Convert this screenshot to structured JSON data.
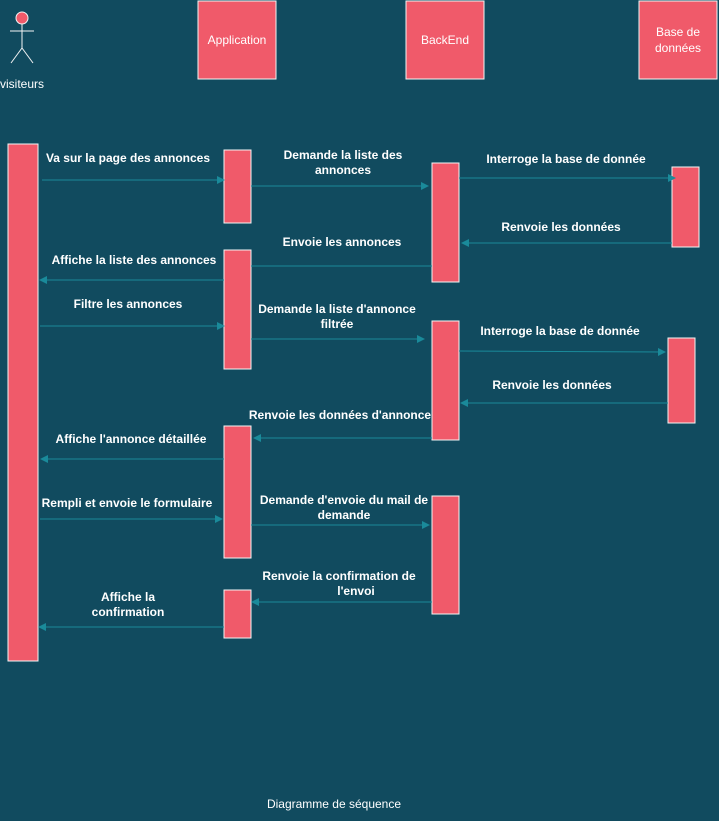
{
  "colors": {
    "background": "#114b5f",
    "participant_fill": "#f05a6a",
    "arrow": "#1a8a9a",
    "text": "#ffffff"
  },
  "participants": {
    "actor": "visiteurs",
    "application": "Application",
    "backend": "BackEnd",
    "database_line1": "Base de",
    "database_line2": "données"
  },
  "messages": [
    {
      "lines": [
        "Va sur la page des annonces"
      ]
    },
    {
      "lines": [
        "Demande la liste des",
        "annonces"
      ]
    },
    {
      "lines": [
        "Interroge la base de donnée"
      ]
    },
    {
      "lines": [
        "Renvoie les données"
      ]
    },
    {
      "lines": [
        "Envoie les annonces"
      ]
    },
    {
      "lines": [
        "Affiche la liste des annonces"
      ]
    },
    {
      "lines": [
        "Filtre les annonces"
      ]
    },
    {
      "lines": [
        "Demande la liste d'annonce",
        "filtrée"
      ]
    },
    {
      "lines": [
        "Interroge la base de donnée"
      ]
    },
    {
      "lines": [
        "Renvoie les données"
      ]
    },
    {
      "lines": [
        "Renvoie les données d'annonce"
      ]
    },
    {
      "lines": [
        "Affiche l'annonce détaillée"
      ]
    },
    {
      "lines": [
        "Rempli et envoie le formulaire"
      ]
    },
    {
      "lines": [
        "Demande d'envoie du mail de",
        "demande"
      ]
    },
    {
      "lines": [
        "Renvoie la confirmation de",
        "l'envoi"
      ]
    },
    {
      "lines": [
        "Affiche la",
        "confirmation"
      ]
    }
  ],
  "caption": "Diagramme de séquence"
}
